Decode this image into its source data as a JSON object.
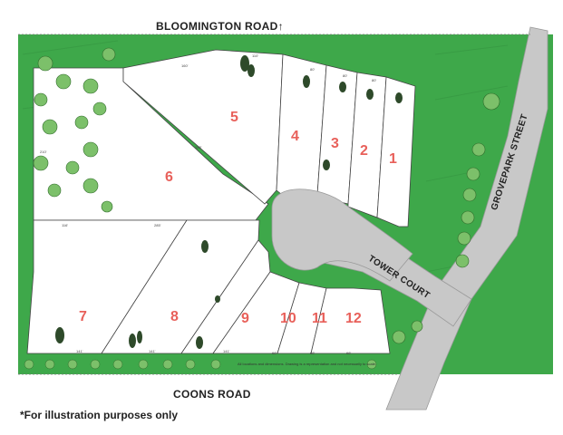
{
  "roads": {
    "bloomington": "BLOOMINGTON ROAD",
    "bloomington_arrow": "↑",
    "coons": "COONS ROAD",
    "tower": "TOWER COURT",
    "grovepark": "GROVEPARK STREET"
  },
  "footnote": "*For illustration purposes only",
  "disclaimer": "All locations and dimensions. Drawing is a representation and not necessarily to scale.",
  "lots": [
    {
      "id": "1",
      "label": "1"
    },
    {
      "id": "2",
      "label": "2"
    },
    {
      "id": "3",
      "label": "3"
    },
    {
      "id": "4",
      "label": "4"
    },
    {
      "id": "5",
      "label": "5"
    },
    {
      "id": "6",
      "label": "6"
    },
    {
      "id": "7",
      "label": "7"
    },
    {
      "id": "8",
      "label": "8"
    },
    {
      "id": "9",
      "label": "9"
    },
    {
      "id": "10",
      "label": "10"
    },
    {
      "id": "11",
      "label": "11"
    },
    {
      "id": "12",
      "label": "12"
    }
  ],
  "dimensions": {
    "d1": "160'",
    "d2": "110'",
    "d3": "80'",
    "d4": "80'",
    "d5": "80'",
    "d6": "116'",
    "d7": "285'",
    "d8": "141'",
    "d9": "141'",
    "d10": "141'",
    "d11": "68'",
    "d12": "68'",
    "d13": "68'",
    "d14": "210'",
    "d15": "285'"
  },
  "colors": {
    "green": "#3ea84a",
    "green_dark": "#2f8c3b",
    "road": "#c8c8c8",
    "lot_fill": "#ffffff",
    "lot_number": "#e8605a"
  }
}
